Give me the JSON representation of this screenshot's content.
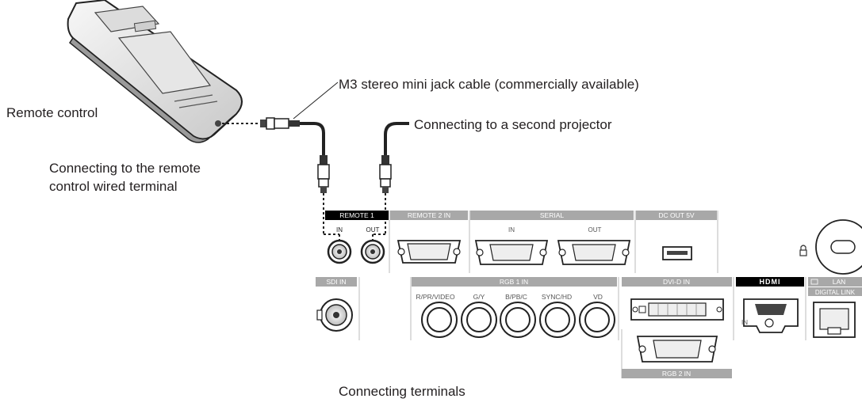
{
  "callouts": {
    "remote_control": "Remote control",
    "cable": "M3 stereo mini jack cable (commercially available)",
    "second_projector": "Connecting to a second projector",
    "wired_terminal_line1": "Connecting to the remote",
    "wired_terminal_line2": "control wired terminal",
    "caption": "Connecting terminals"
  },
  "panel": {
    "remote1": "REMOTE 1",
    "in": "IN",
    "out": "OUT",
    "remote2_in": "REMOTE 2 IN",
    "serial": "SERIAL",
    "serial_in": "IN",
    "serial_out": "OUT",
    "dc_out": "DC OUT 5V",
    "sdi_in": "SDI IN",
    "rgb1_in": "RGB 1 IN",
    "rgb1_ports": [
      "R/PR/VIDEO",
      "G/Y",
      "B/PB/C",
      "SYNC/HD",
      "VD"
    ],
    "dvid_in": "DVI-D IN",
    "hdmi_logo": "HDMI",
    "hdmi_in": "IN",
    "lan": "LAN",
    "digital_link": "DIGITAL LINK",
    "rgb2_in": "RGB 2 IN"
  }
}
